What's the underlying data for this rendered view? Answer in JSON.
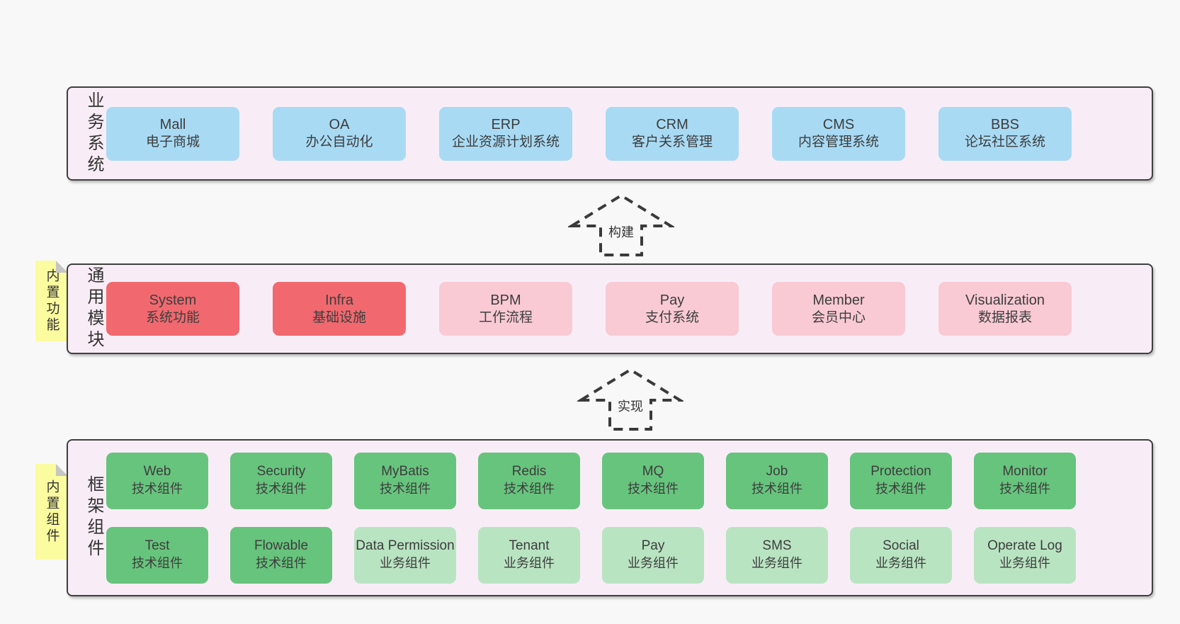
{
  "palette": {
    "page_bg": "#f8f8f8",
    "panel_bg": "#f8edf6",
    "panel_border": "#3f3f3f",
    "blue": "#a8daf4",
    "red": "#f1696f",
    "pink": "#f9cad4",
    "green": "#67c47d",
    "light_green": "#b9e4c2",
    "note_yellow": "#fbfb9f",
    "fold_gray": "#c5c5c5",
    "text": "#3d3d3d"
  },
  "layers": {
    "business": {
      "label": "业务系统",
      "boxes": [
        {
          "name": "Mall",
          "desc": "电子商城",
          "variant": "blue"
        },
        {
          "name": "OA",
          "desc": "办公自动化",
          "variant": "blue"
        },
        {
          "name": "ERP",
          "desc": "企业资源计划系统",
          "variant": "blue"
        },
        {
          "name": "CRM",
          "desc": "客户关系管理",
          "variant": "blue"
        },
        {
          "name": "CMS",
          "desc": "内容管理系统",
          "variant": "blue"
        },
        {
          "name": "BBS",
          "desc": "论坛社区系统",
          "variant": "blue"
        }
      ]
    },
    "modules": {
      "label": "通用模块",
      "note": "内置功能",
      "boxes": [
        {
          "name": "System",
          "desc": "系统功能",
          "variant": "red"
        },
        {
          "name": "Infra",
          "desc": "基础设施",
          "variant": "red"
        },
        {
          "name": "BPM",
          "desc": "工作流程",
          "variant": "pink"
        },
        {
          "name": "Pay",
          "desc": "支付系统",
          "variant": "pink"
        },
        {
          "name": "Member",
          "desc": "会员中心",
          "variant": "pink"
        },
        {
          "name": "Visualization",
          "desc": "数据报表",
          "variant": "pink"
        }
      ]
    },
    "components": {
      "label": "框架组件",
      "note": "内置组件",
      "rows": [
        [
          {
            "name": "Web",
            "desc": "技术组件",
            "variant": "green"
          },
          {
            "name": "Security",
            "desc": "技术组件",
            "variant": "green"
          },
          {
            "name": "MyBatis",
            "desc": "技术组件",
            "variant": "green"
          },
          {
            "name": "Redis",
            "desc": "技术组件",
            "variant": "green"
          },
          {
            "name": "MQ",
            "desc": "技术组件",
            "variant": "green"
          },
          {
            "name": "Job",
            "desc": "技术组件",
            "variant": "green"
          },
          {
            "name": "Protection",
            "desc": "技术组件",
            "variant": "green"
          },
          {
            "name": "Monitor",
            "desc": "技术组件",
            "variant": "green"
          }
        ],
        [
          {
            "name": "Test",
            "desc": "技术组件",
            "variant": "green"
          },
          {
            "name": "Flowable",
            "desc": "技术组件",
            "variant": "green"
          },
          {
            "name": "Data Permission",
            "desc": "业务组件",
            "variant": "lightgreen"
          },
          {
            "name": "Tenant",
            "desc": "业务组件",
            "variant": "lightgreen"
          },
          {
            "name": "Pay",
            "desc": "业务组件",
            "variant": "lightgreen"
          },
          {
            "name": "SMS",
            "desc": "业务组件",
            "variant": "lightgreen"
          },
          {
            "name": "Social",
            "desc": "业务组件",
            "variant": "lightgreen"
          },
          {
            "name": "Operate Log",
            "desc": "业务组件",
            "variant": "lightgreen"
          }
        ]
      ]
    }
  },
  "arrows": [
    {
      "label": "构建"
    },
    {
      "label": "实现"
    }
  ]
}
